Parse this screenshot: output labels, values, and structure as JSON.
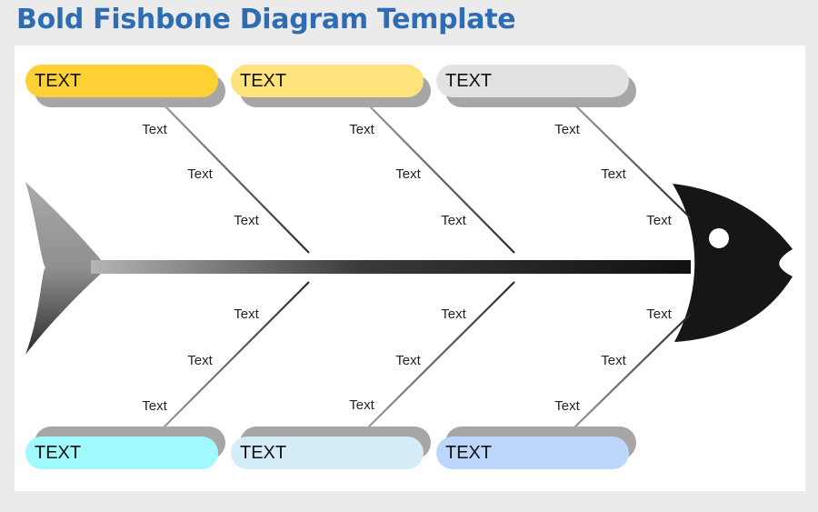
{
  "title": "Bold Fishbone Diagram Template",
  "colors": {
    "title": "#2e6db4",
    "spine_dark": "#111111",
    "spine_light": "#aaaaaa",
    "label_shadow": "#a8a5a5"
  },
  "categories": [
    {
      "label": "TEXT",
      "color": "#ffd033"
    },
    {
      "label": "TEXT",
      "color": "#ffe37a"
    },
    {
      "label": "TEXT",
      "color": "#e2e2e2"
    },
    {
      "label": "TEXT",
      "color": "#a0fafd"
    },
    {
      "label": "TEXT",
      "color": "#d4edf8"
    },
    {
      "label": "TEXT",
      "color": "#bcd6fc"
    }
  ],
  "causes": {
    "top": [
      [
        "Text",
        "Text",
        "Text"
      ],
      [
        "Text",
        "Text",
        "Text"
      ],
      [
        "Text",
        "Text",
        "Text"
      ]
    ],
    "bottom": [
      [
        "Text",
        "Text",
        "Text"
      ],
      [
        "Text",
        "Text",
        "Text"
      ],
      [
        "Text",
        "Text",
        "Text"
      ]
    ]
  }
}
